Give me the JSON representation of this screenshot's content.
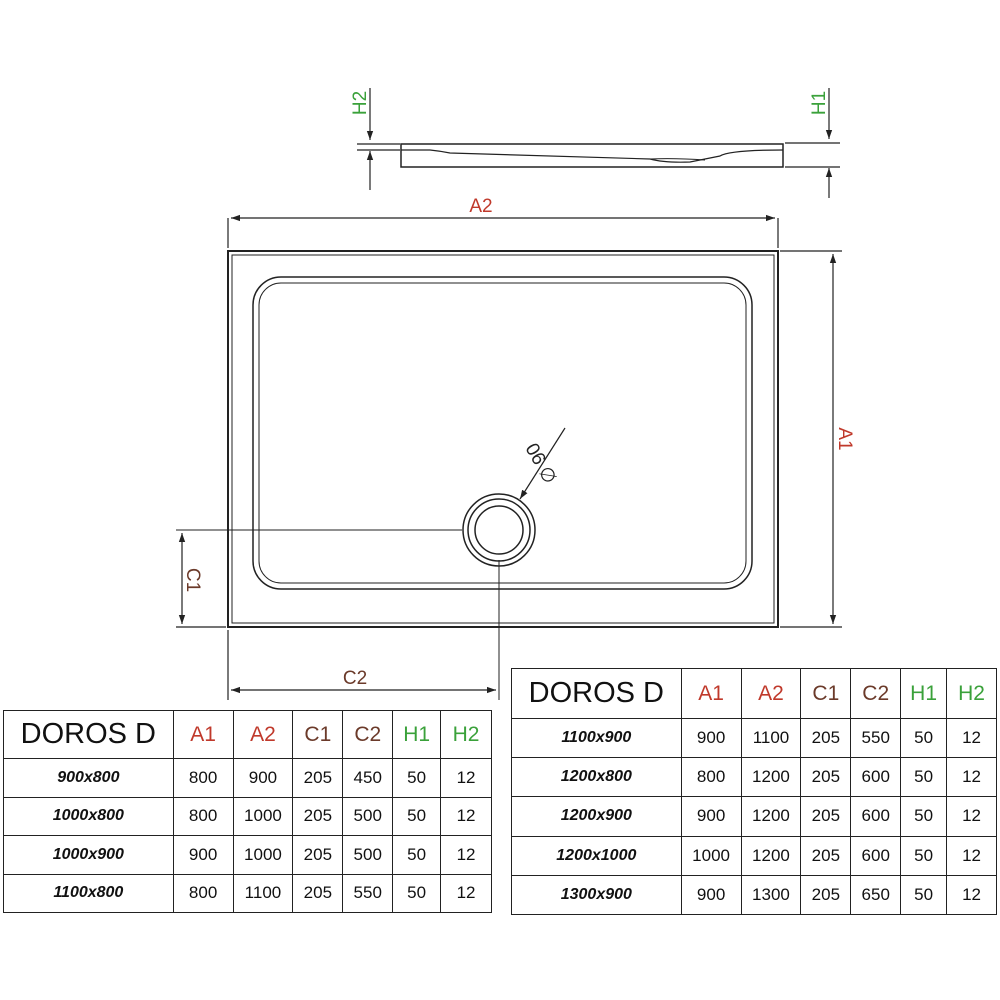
{
  "dimensions": {
    "a1": "A1",
    "a2": "A2",
    "c1": "C1",
    "c2": "C2",
    "h1": "H1",
    "h2": "H2",
    "drain": "∅ 90"
  },
  "colors": {
    "a_label": "#c0392b",
    "c_label": "#6b3a2a",
    "h_label": "#3aa13a",
    "line": "#222222"
  },
  "tables": [
    {
      "series": "DOROS D",
      "headers": [
        "A1",
        "A2",
        "C1",
        "C2",
        "H1",
        "H2"
      ],
      "rows": [
        {
          "model": "900x800",
          "values": [
            "800",
            "900",
            "205",
            "450",
            "50",
            "12"
          ]
        },
        {
          "model": "1000x800",
          "values": [
            "800",
            "1000",
            "205",
            "500",
            "50",
            "12"
          ]
        },
        {
          "model": "1000x900",
          "values": [
            "900",
            "1000",
            "205",
            "500",
            "50",
            "12"
          ]
        },
        {
          "model": "1100x800",
          "values": [
            "800",
            "1100",
            "205",
            "550",
            "50",
            "12"
          ]
        }
      ]
    },
    {
      "series": "DOROS D",
      "headers": [
        "A1",
        "A2",
        "C1",
        "C2",
        "H1",
        "H2"
      ],
      "rows": [
        {
          "model": "1100x900",
          "values": [
            "900",
            "1100",
            "205",
            "550",
            "50",
            "12"
          ]
        },
        {
          "model": "1200x800",
          "values": [
            "800",
            "1200",
            "205",
            "600",
            "50",
            "12"
          ]
        },
        {
          "model": "1200x900",
          "values": [
            "900",
            "1200",
            "205",
            "600",
            "50",
            "12"
          ]
        },
        {
          "model": "1200x1000",
          "values": [
            "1000",
            "1200",
            "205",
            "600",
            "50",
            "12"
          ]
        },
        {
          "model": "1300x900",
          "values": [
            "900",
            "1300",
            "205",
            "650",
            "50",
            "12"
          ]
        }
      ]
    }
  ]
}
